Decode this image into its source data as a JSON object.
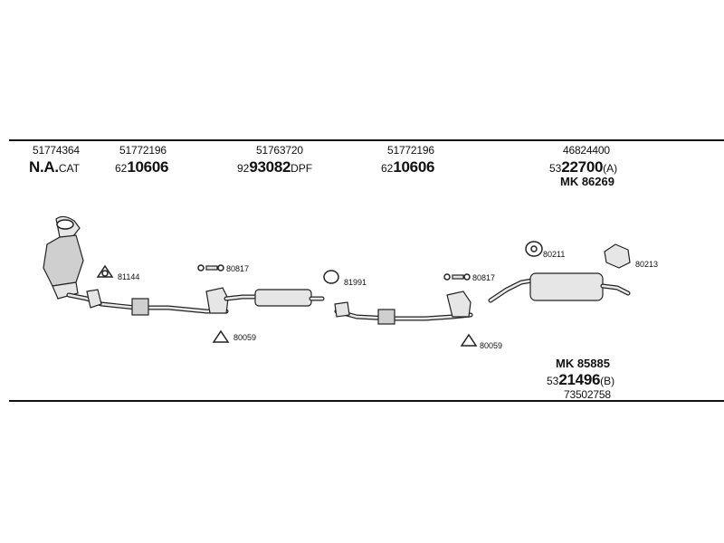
{
  "header": {
    "col1": {
      "partno": "51774364",
      "main": "N.A.",
      "suffix": "CAT"
    },
    "col2": {
      "partno": "51772196",
      "prefix": "62",
      "main": "10606"
    },
    "col3": {
      "partno": "51763720",
      "prefix": "92",
      "main": "93082",
      "suffix": "DPF"
    },
    "col4": {
      "partno": "51772196",
      "prefix": "62",
      "main": "10606"
    },
    "col5": {
      "partno": "46824400",
      "prefix": "53",
      "main": "22700",
      "suffix": "(A)",
      "mk": "MK  86269"
    }
  },
  "hardware": {
    "h81144": "81144",
    "h80817a": "80817",
    "h80059a": "80059",
    "h81991": "81991",
    "h80817b": "80817",
    "h80059b": "80059",
    "h80211": "80211",
    "h80213": "80213"
  },
  "footer": {
    "mk": "MK  85885",
    "prefix": "53",
    "main": "21496",
    "suffix": "(B)",
    "partno": "73502758"
  }
}
